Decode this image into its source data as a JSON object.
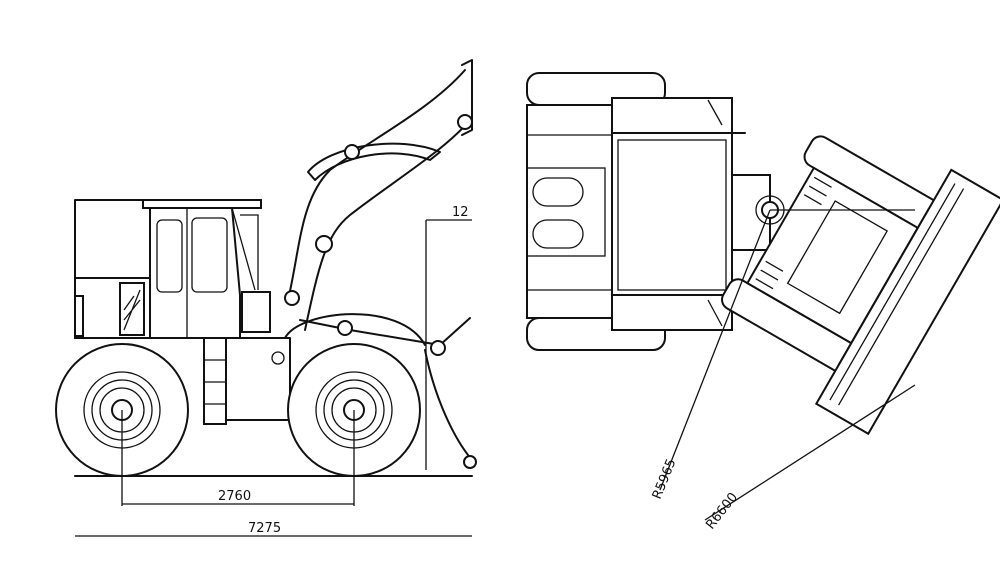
{
  "side_view": {
    "dimensions": {
      "wheelbase": "2760",
      "overall_length": "7275",
      "height_partial": "12"
    }
  },
  "top_view": {
    "dimensions": {
      "inner_turning_radius": "R5965",
      "outer_turning_radius": "R6600"
    }
  },
  "colors": {
    "line": "#111111",
    "background": "#ffffff"
  }
}
